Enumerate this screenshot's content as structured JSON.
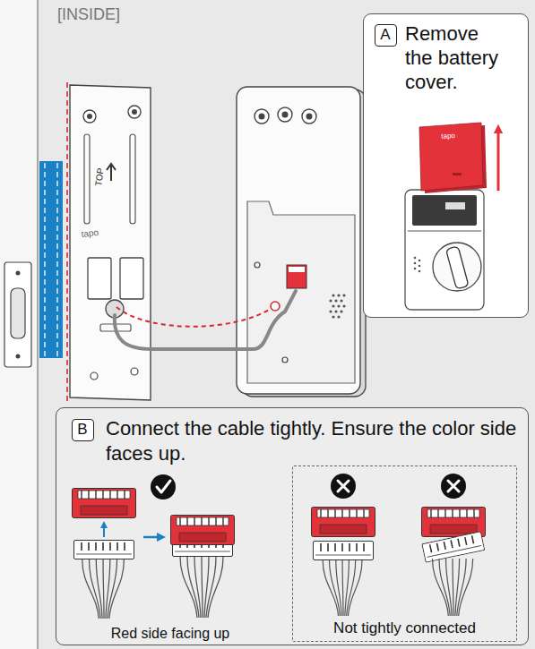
{
  "diagram": {
    "nodes": [
      {
        "text": [
          "Remove the battery cover."
        ]
      },
      {
        "text": [
          "A"
        ],
        "in": 0
      },
      {
        "text": [
          "Connect the cable tightly. Ensure the color side faces up."
        ]
      },
      {
        "text": [
          "B"
        ],
        "in": 2
      },
      {
        "text": [
          "Not tightly connected"
        ],
        "in": 2
      }
    ],
    "labels": [
      "[INSIDE]",
      "TOP",
      "tapo",
      "tapo",
      "Red side facing up"
    ]
  }
}
